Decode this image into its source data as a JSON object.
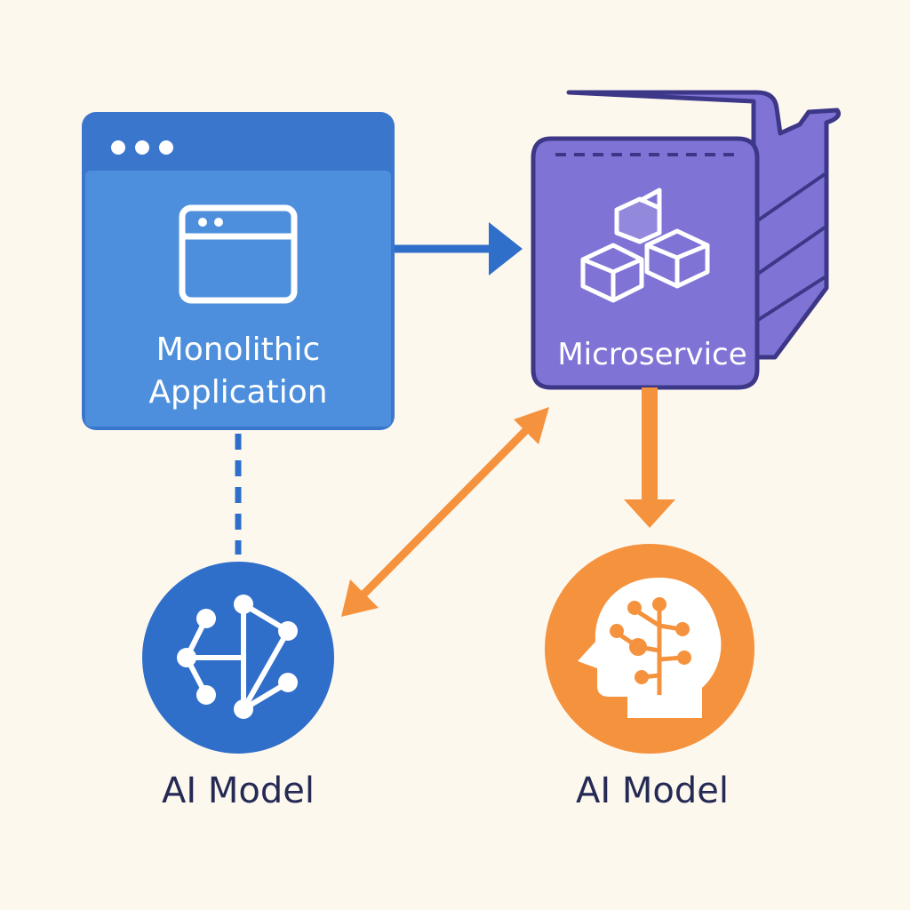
{
  "nodes": {
    "monolith": {
      "label_line1": "Monolithic",
      "label_line2": "Application",
      "icon": "browser-window-icon"
    },
    "microservice": {
      "label": "Microservice",
      "icon": "cubes-icon"
    },
    "ai_model_left": {
      "label": "AI Model",
      "icon": "neural-network-icon"
    },
    "ai_model_right": {
      "label": "AI Model",
      "icon": "brain-head-icon"
    }
  },
  "edges": [
    {
      "from": "monolith",
      "to": "microservice",
      "style": "solid-arrow",
      "color": "#2f6fca"
    },
    {
      "from": "monolith",
      "to": "ai_model_left",
      "style": "dashed-line",
      "color": "#2f6fca"
    },
    {
      "from": "microservice",
      "to": "ai_model_left",
      "style": "double-arrow",
      "color": "#f5923e"
    },
    {
      "from": "microservice",
      "to": "ai_model_right",
      "style": "solid-arrow",
      "color": "#f5923e"
    }
  ],
  "colors": {
    "background": "#fdf8ee",
    "blue": "#2f6fca",
    "blue_light": "#4d8fdc",
    "purple": "#7f74d6",
    "purple_dark": "#3d3787",
    "orange": "#f5923e",
    "navy_text": "#252a55"
  }
}
